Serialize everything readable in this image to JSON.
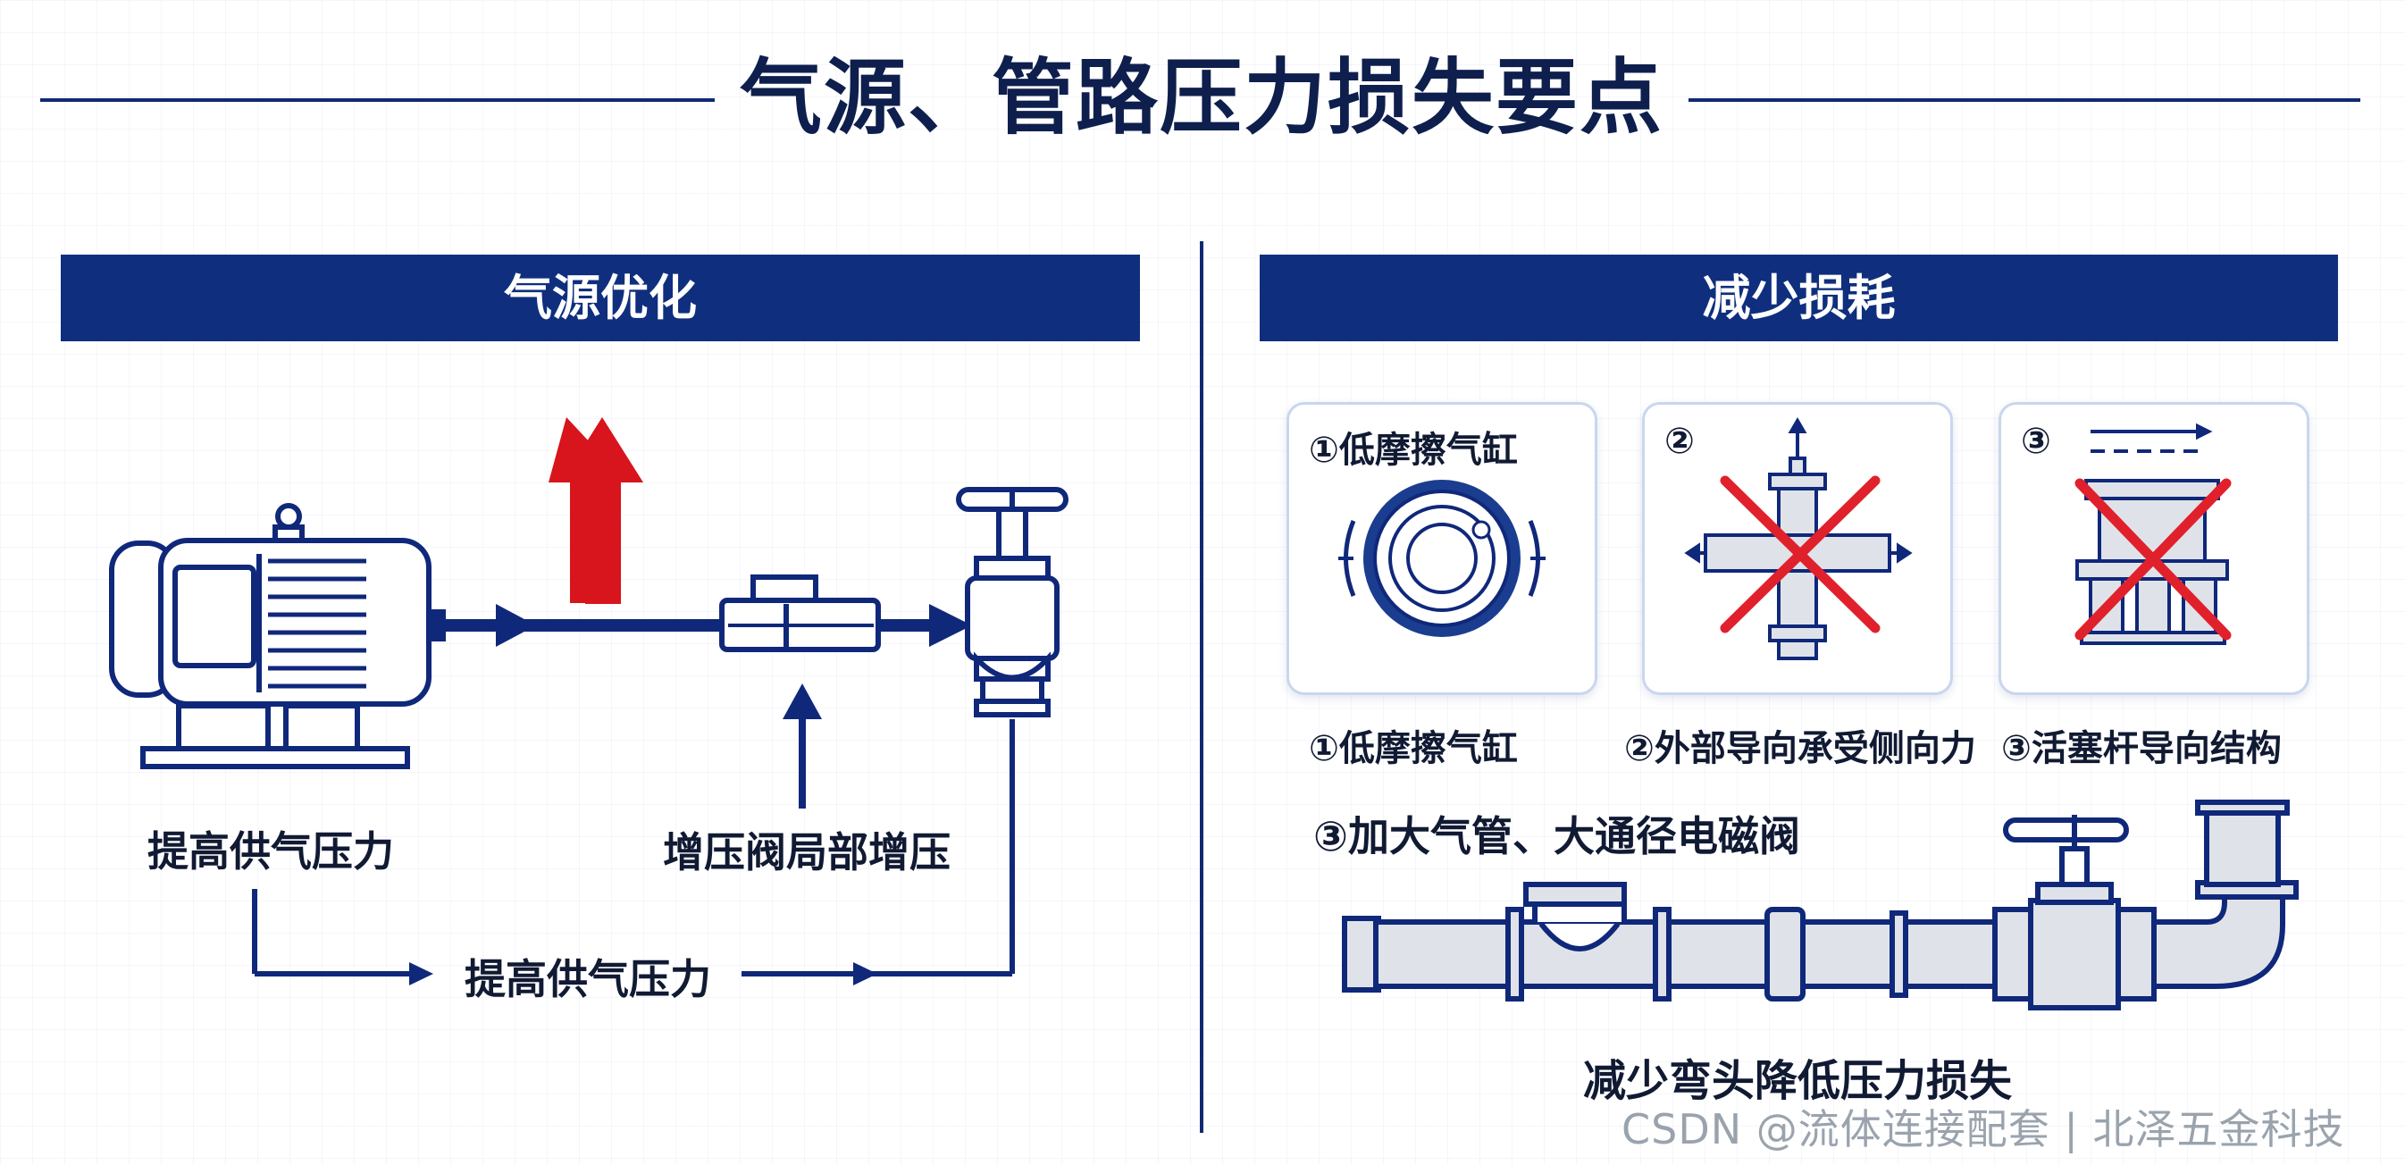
{
  "title": "气源、管路压力损失要点",
  "left_panel": {
    "header": "气源优化",
    "label_raise_pressure": "提高供气压力",
    "label_booster_valve": "增压阀局部增压",
    "label_flow_raise_pressure": "提高供气压力"
  },
  "right_panel": {
    "header": "减少损耗",
    "cards": [
      {
        "number": "①",
        "title": "低摩擦气缸",
        "caption": "①低摩擦气缸"
      },
      {
        "number": "②",
        "title": "",
        "caption": "②外部导向承受侧向力"
      },
      {
        "number": "③",
        "title": "",
        "caption": "③活塞杆导向结构"
      }
    ],
    "pipe_heading": "③加大气管、大通径电磁阀",
    "pipe_caption": "减少弯头降低压力损失"
  },
  "watermark": "CSDN @流体连接配套 | 北泽五金科技",
  "colors": {
    "navy": "#0f2f7e",
    "line_blue": "#10287a",
    "red_arrow": "#d8141c",
    "cross_red": "#e0212b",
    "pipe_fill": "#dfe3e9"
  }
}
